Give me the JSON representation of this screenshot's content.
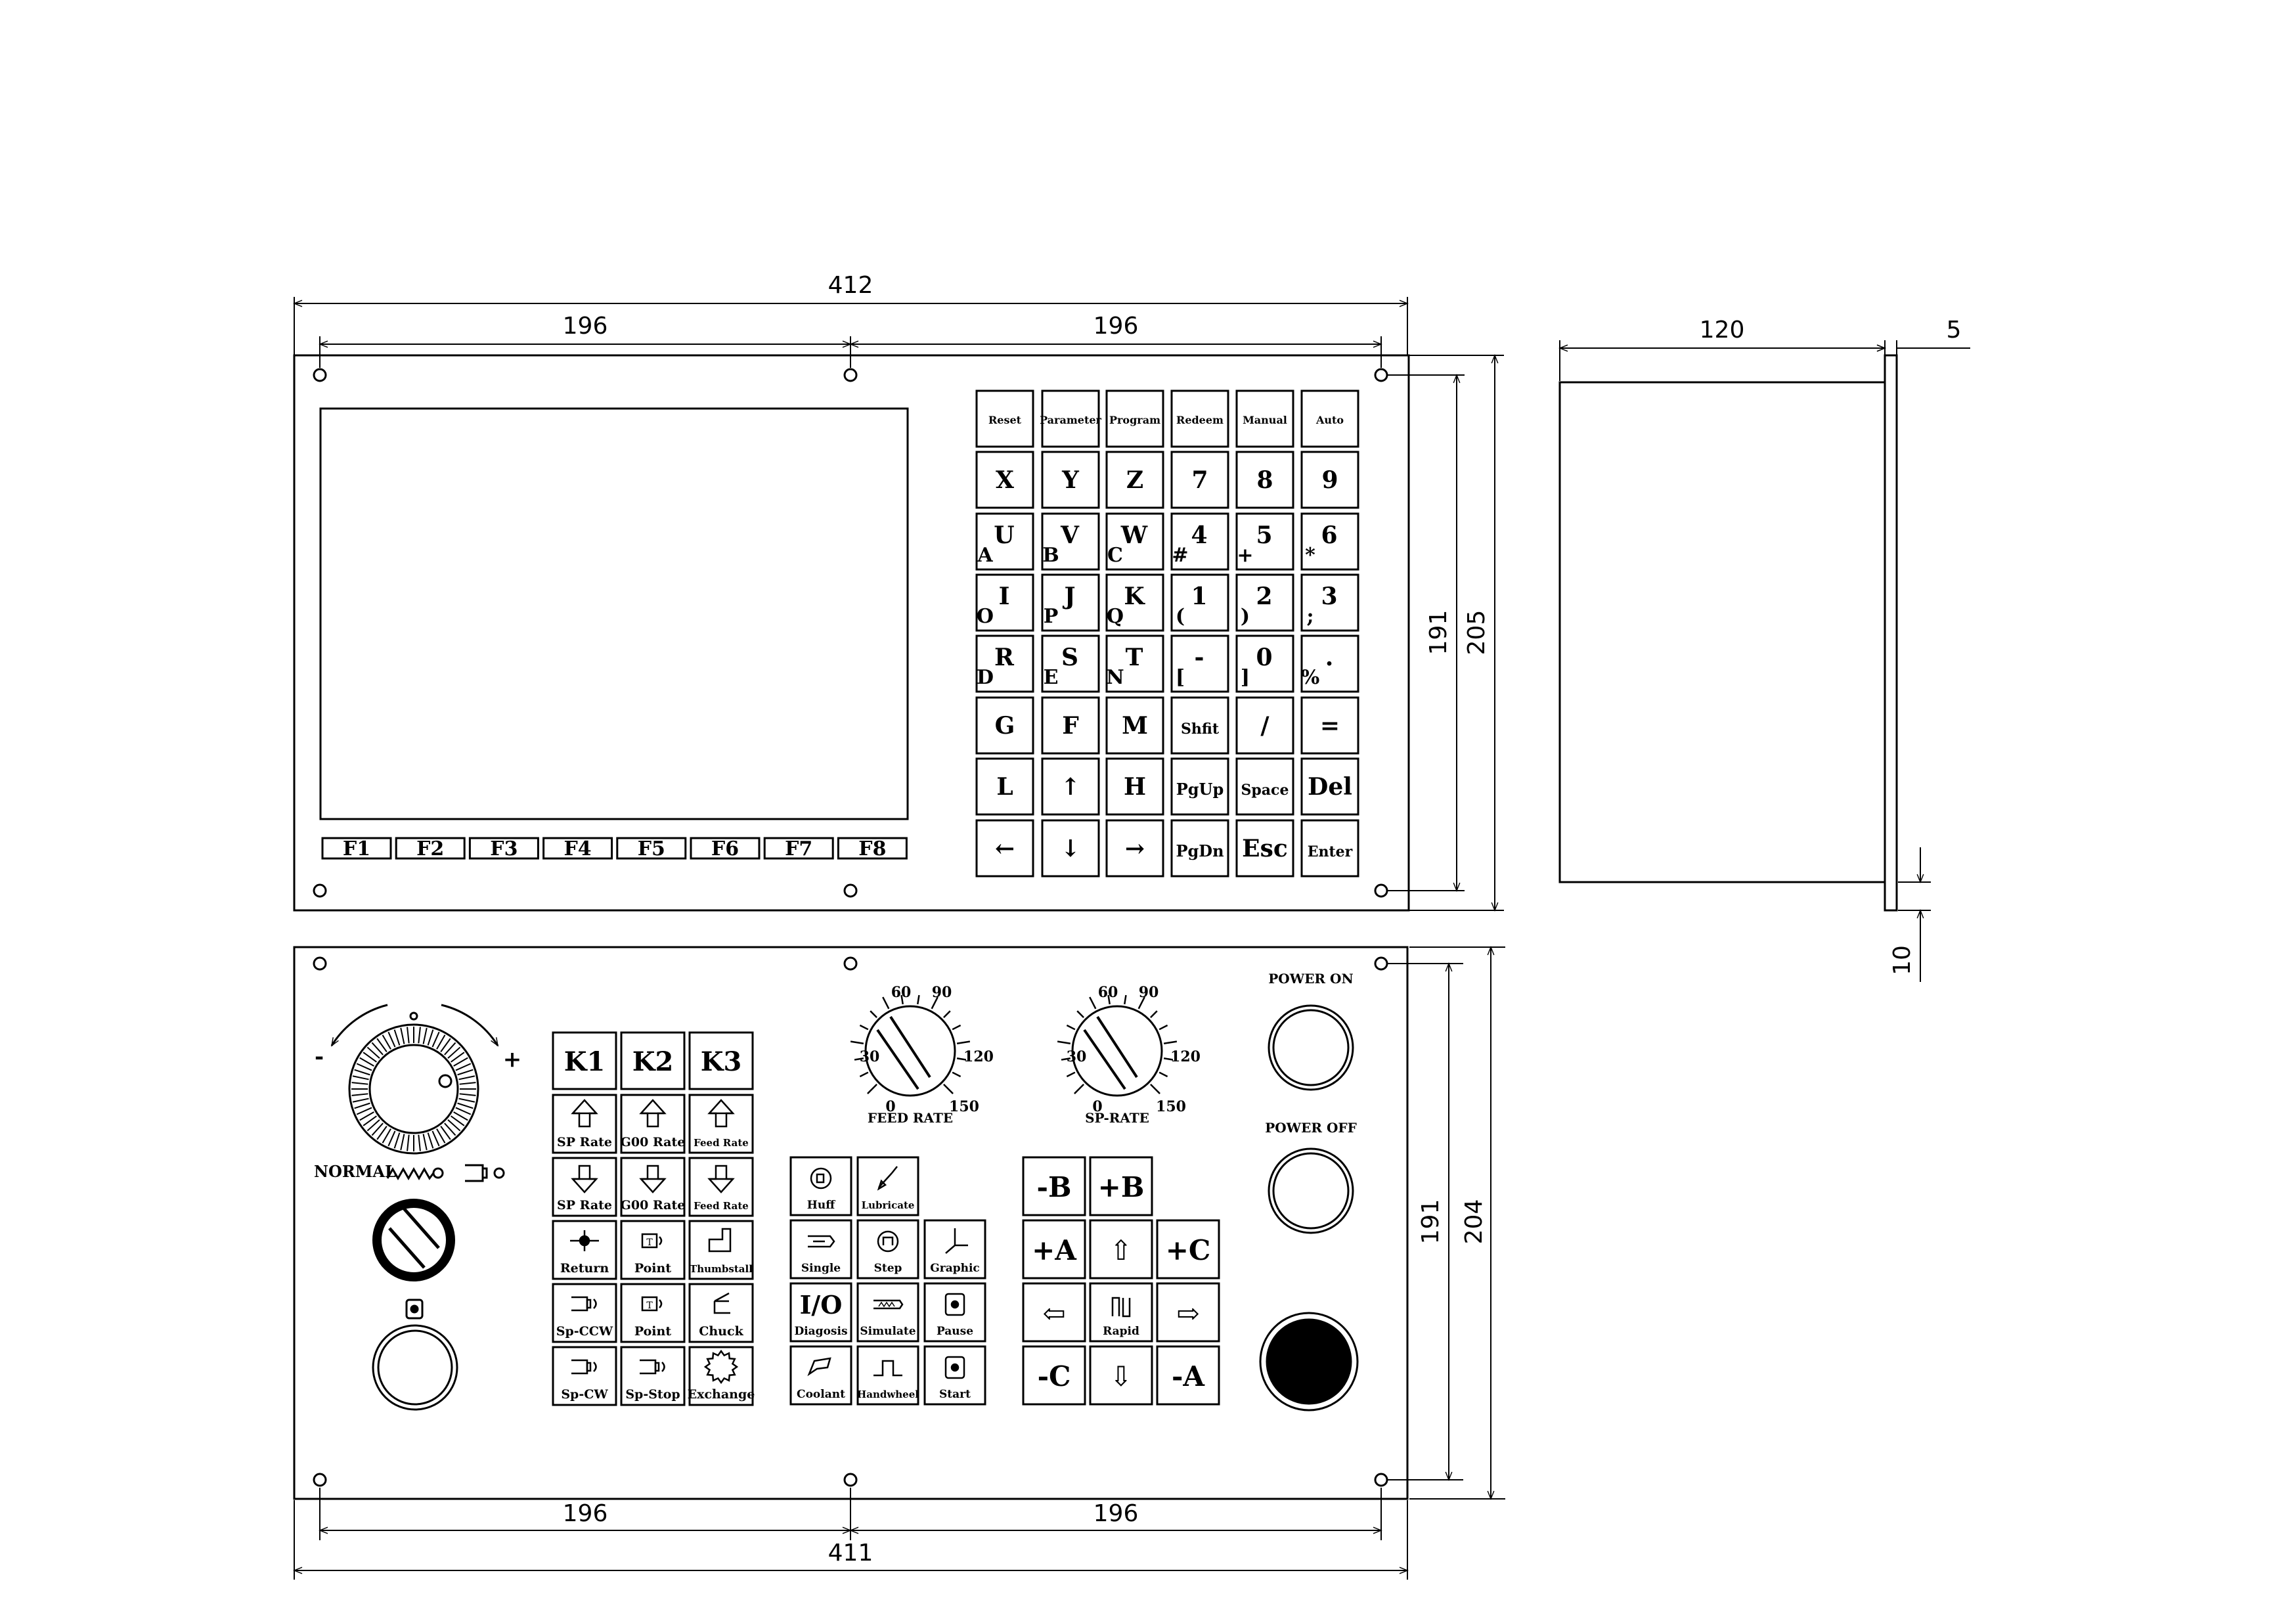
{
  "dimensions": {
    "top_overall": "412",
    "top_left": "196",
    "top_right": "196",
    "top_height_inner": "191",
    "top_height_outer": "205",
    "side_depth": "120",
    "side_thickness": "5",
    "side_offset": "10",
    "bottom_height_inner": "191",
    "bottom_height_outer": "204",
    "bottom_left": "196",
    "bottom_right": "196",
    "bottom_overall": "411"
  },
  "softkeys": [
    "F1",
    "F2",
    "F3",
    "F4",
    "F5",
    "F6",
    "F7",
    "F8"
  ],
  "mode_keys": [
    "Reset",
    "Parameter",
    "Program",
    "Redeem",
    "Manual",
    "Auto"
  ],
  "keypad": [
    [
      {
        "main": "X",
        "sub": ""
      },
      {
        "main": "Y",
        "sub": ""
      },
      {
        "main": "Z",
        "sub": ""
      },
      {
        "main": "7",
        "sub": ""
      },
      {
        "main": "8",
        "sub": ""
      },
      {
        "main": "9",
        "sub": ""
      }
    ],
    [
      {
        "main": "U",
        "sub": "A"
      },
      {
        "main": "V",
        "sub": "B"
      },
      {
        "main": "W",
        "sub": "C"
      },
      {
        "main": "4",
        "sub": "#"
      },
      {
        "main": "5",
        "sub": "+"
      },
      {
        "main": "6",
        "sub": "*"
      }
    ],
    [
      {
        "main": "I",
        "sub": "O"
      },
      {
        "main": "J",
        "sub": "P"
      },
      {
        "main": "K",
        "sub": "Q"
      },
      {
        "main": "1",
        "sub": "("
      },
      {
        "main": "2",
        "sub": ")"
      },
      {
        "main": "3",
        "sub": ";"
      }
    ],
    [
      {
        "main": "R",
        "sub": "D"
      },
      {
        "main": "S",
        "sub": "E"
      },
      {
        "main": "T",
        "sub": "N"
      },
      {
        "main": "-",
        "sub": "["
      },
      {
        "main": "0",
        "sub": "]"
      },
      {
        "main": ".",
        "sub": "%"
      }
    ],
    [
      {
        "main": "G",
        "sub": ""
      },
      {
        "main": "F",
        "sub": ""
      },
      {
        "main": "M",
        "sub": ""
      },
      {
        "main": "Shfit",
        "sub": ""
      },
      {
        "main": "/",
        "sub": ""
      },
      {
        "main": "=",
        "sub": ""
      }
    ],
    [
      {
        "main": "L",
        "sub": ""
      },
      {
        "main": "↑",
        "sub": ""
      },
      {
        "main": "H",
        "sub": ""
      },
      {
        "main": "PgUp",
        "sub": ""
      },
      {
        "main": "Space",
        "sub": ""
      },
      {
        "main": "Del",
        "sub": ""
      }
    ],
    [
      {
        "main": "←",
        "sub": ""
      },
      {
        "main": "↓",
        "sub": ""
      },
      {
        "main": "→",
        "sub": ""
      },
      {
        "main": "PgDn",
        "sub": ""
      },
      {
        "main": "Esc",
        "sub": ""
      },
      {
        "main": "Enter",
        "sub": ""
      }
    ]
  ],
  "handwheel": {
    "minus": "-",
    "plus": "+"
  },
  "mode_row": {
    "normal": "NORMAL"
  },
  "k_keys": [
    "K1",
    "K2",
    "K3"
  ],
  "func_keys": [
    [
      {
        "label": "SP Rate",
        "icon": "arrow-up-icon"
      },
      {
        "label": "G00 Rate",
        "icon": "arrow-up-icon"
      },
      {
        "label": "Feed Rate",
        "icon": "arrow-up-icon"
      }
    ],
    [
      {
        "label": "SP Rate",
        "icon": "arrow-down-icon"
      },
      {
        "label": "G00 Rate",
        "icon": "arrow-down-icon"
      },
      {
        "label": "Feed Rate",
        "icon": "arrow-down-icon"
      }
    ],
    [
      {
        "label": "Return",
        "icon": "crosshair-icon"
      },
      {
        "label": "Point",
        "icon": "tool-icon"
      },
      {
        "label": "Thumbstall",
        "icon": "tailstock-icon"
      }
    ],
    [
      {
        "label": "Sp-CCW",
        "icon": "spindle-icon"
      },
      {
        "label": "Point",
        "icon": "tool-icon"
      },
      {
        "label": "Chuck",
        "icon": "chuck-icon"
      }
    ],
    [
      {
        "label": "Sp-CW",
        "icon": "spindle-icon"
      },
      {
        "label": "Sp-Stop",
        "icon": "spindle-icon"
      },
      {
        "label": "Exchange",
        "icon": "gear-icon"
      }
    ]
  ],
  "op_keys": [
    [
      {
        "label": "Huff",
        "icon": "huff-icon",
        "main": ""
      },
      {
        "label": "Lubricate",
        "icon": "oiler-icon",
        "main": ""
      }
    ],
    [
      {
        "label": "Single",
        "icon": "single-block-icon",
        "main": ""
      },
      {
        "label": "Step",
        "icon": "step-icon",
        "main": ""
      },
      {
        "label": "Graphic",
        "icon": "axes-icon",
        "main": ""
      }
    ],
    [
      {
        "label": "Diagosis",
        "icon": "",
        "main": "I/O"
      },
      {
        "label": "Simulate",
        "icon": "simulate-icon",
        "main": ""
      },
      {
        "label": "Pause",
        "icon": "pause-icon",
        "main": ""
      }
    ],
    [
      {
        "label": "Coolant",
        "icon": "coolant-icon",
        "main": ""
      },
      {
        "label": "Handwheel",
        "icon": "pulse-icon",
        "main": ""
      },
      {
        "label": "Start",
        "icon": "start-icon",
        "main": ""
      }
    ]
  ],
  "jog_keys": [
    [
      {
        "label": "-B"
      },
      {
        "label": "+B"
      }
    ],
    [
      {
        "label": "+A"
      },
      {
        "label": "⇧"
      },
      {
        "label": "+C"
      }
    ],
    [
      {
        "label": "⇦"
      },
      {
        "label": "Rapid"
      },
      {
        "label": "⇨"
      }
    ],
    [
      {
        "label": "-C"
      },
      {
        "label": "⇩"
      },
      {
        "label": "-A"
      }
    ]
  ],
  "feed_knob": {
    "label": "FEED RATE",
    "ticks": [
      "0",
      "30",
      "60",
      "90",
      "120",
      "150"
    ]
  },
  "sp_knob": {
    "label": "SP-RATE",
    "ticks": [
      "0",
      "30",
      "60",
      "90",
      "120",
      "150"
    ]
  },
  "power": {
    "on": "POWER ON",
    "off": "POWER OFF"
  }
}
